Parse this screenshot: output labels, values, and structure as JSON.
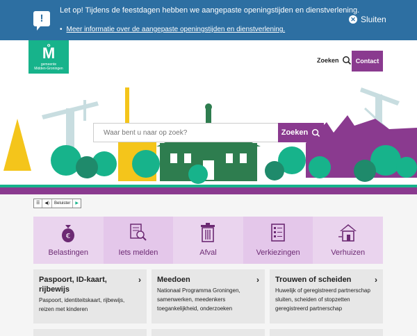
{
  "notice": {
    "icon": "exclamation-bubble-icon",
    "message": "Let op! Tijdens de feestdagen hebben we aangepaste openingstijden en dienstverlening.",
    "link": "Meer informatie over de aangepaste openingstijden en dienstverlening.",
    "close": "Sluiten"
  },
  "header": {
    "logo_top": "gemeente",
    "logo_bottom": "Midden-Groningen",
    "search": "Zoeken",
    "contact": "Contact"
  },
  "hero": {
    "search_placeholder": "Waar bent u naar op zoek?",
    "search_button": "Zoeken"
  },
  "reader": {
    "label": "Beluister"
  },
  "tiles": [
    {
      "label": "Belastingen",
      "icon": "money-bag-icon"
    },
    {
      "label": "Iets melden",
      "icon": "report-search-icon"
    },
    {
      "label": "Afval",
      "icon": "trash-bin-icon"
    },
    {
      "label": "Verkiezingen",
      "icon": "ballot-icon"
    },
    {
      "label": "Verhuizen",
      "icon": "house-move-icon"
    }
  ],
  "cards": [
    {
      "title": "Paspoort, ID-kaart, rijbewijs",
      "desc": "Paspoort, identiteitskaart, rijbewijs, reizen met kinderen"
    },
    {
      "title": "Meedoen",
      "desc": "Nationaal Programma Groningen, samenwerken, meedenkers toegankelijkheid, onderzoeken"
    },
    {
      "title": "Trouwen of scheiden",
      "desc": "Huwelijk of geregistreerd partnerschap sluiten, scheiden of stopzetten geregistreerd partnerschap"
    }
  ],
  "colors": {
    "notice": "#2d6fa2",
    "brand": "#17b38b",
    "accent": "#8a3a8f"
  }
}
